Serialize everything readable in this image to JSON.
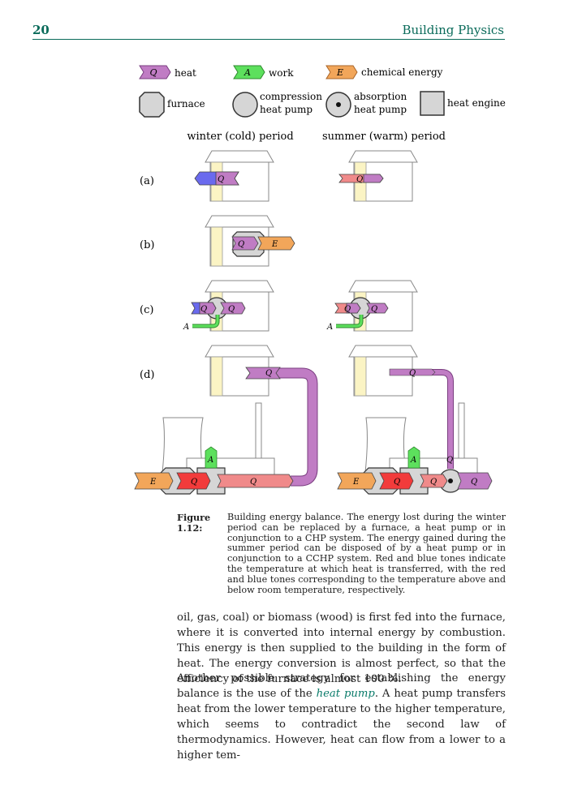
{
  "header": {
    "page_number": "20",
    "running_title": "Building Physics"
  },
  "legend": {
    "heat_symbol": "Q",
    "heat_label": "heat",
    "work_symbol": "A",
    "work_label": "work",
    "chem_symbol": "E",
    "chem_label": "chemical energy",
    "furnace_label": "furnace",
    "compression_label_1": "compression",
    "compression_label_2": "heat pump",
    "absorption_label_1": "absorption",
    "absorption_label_2": "heat pump",
    "engine_label": "heat engine"
  },
  "columns": {
    "winter": "winter (cold) period",
    "summer": "summer (warm) period"
  },
  "rows": {
    "a": "(a)",
    "b": "(b)",
    "c": "(c)",
    "d": "(d)"
  },
  "symbols": {
    "Q": "Q",
    "A": "A",
    "E": "E"
  },
  "colors": {
    "heat_purple": "#c07cc4",
    "work_green": "#5de05d",
    "chem_orange": "#f2a65a",
    "hot_red": "#f23b3b",
    "warm_pink": "#f08a8a",
    "cold_blue": "#6a6aee",
    "wall_yellow": "#fbf4c4",
    "device_gray": "#d6d6d6"
  },
  "caption": {
    "label": "Figure 1.12:",
    "text": "Building energy balance. The energy lost during the winter period can be replaced by a furnace, a heat pump or in conjunction to a CHP system. The energy gained during the summer period can be disposed of by a heat pump or in conjunction to a CCHP system. Red and blue tones indicate the temperature at which heat is transferred, with the red and blue tones corresponding to the temperature above and below room temperature, respectively."
  },
  "body": {
    "p1": "oil, gas, coal) or biomass (wood) is first fed into the furnace, where it is converted into internal energy by combustion. This energy is then supplied to the building in the form of heat. The energy conversion is almost perfect, so that the efficiency of the furnace is almost 100 %.",
    "p2_pre": "Another possible strategy for establishing the energy balance is the use of the ",
    "p2_link": "heat pump",
    "p2_post": ". A heat pump transfers heat from the lower temperature to the higher temperature, which seems to contradict the second law of thermodynamics. However, heat can flow from a lower to a higher tem-"
  }
}
